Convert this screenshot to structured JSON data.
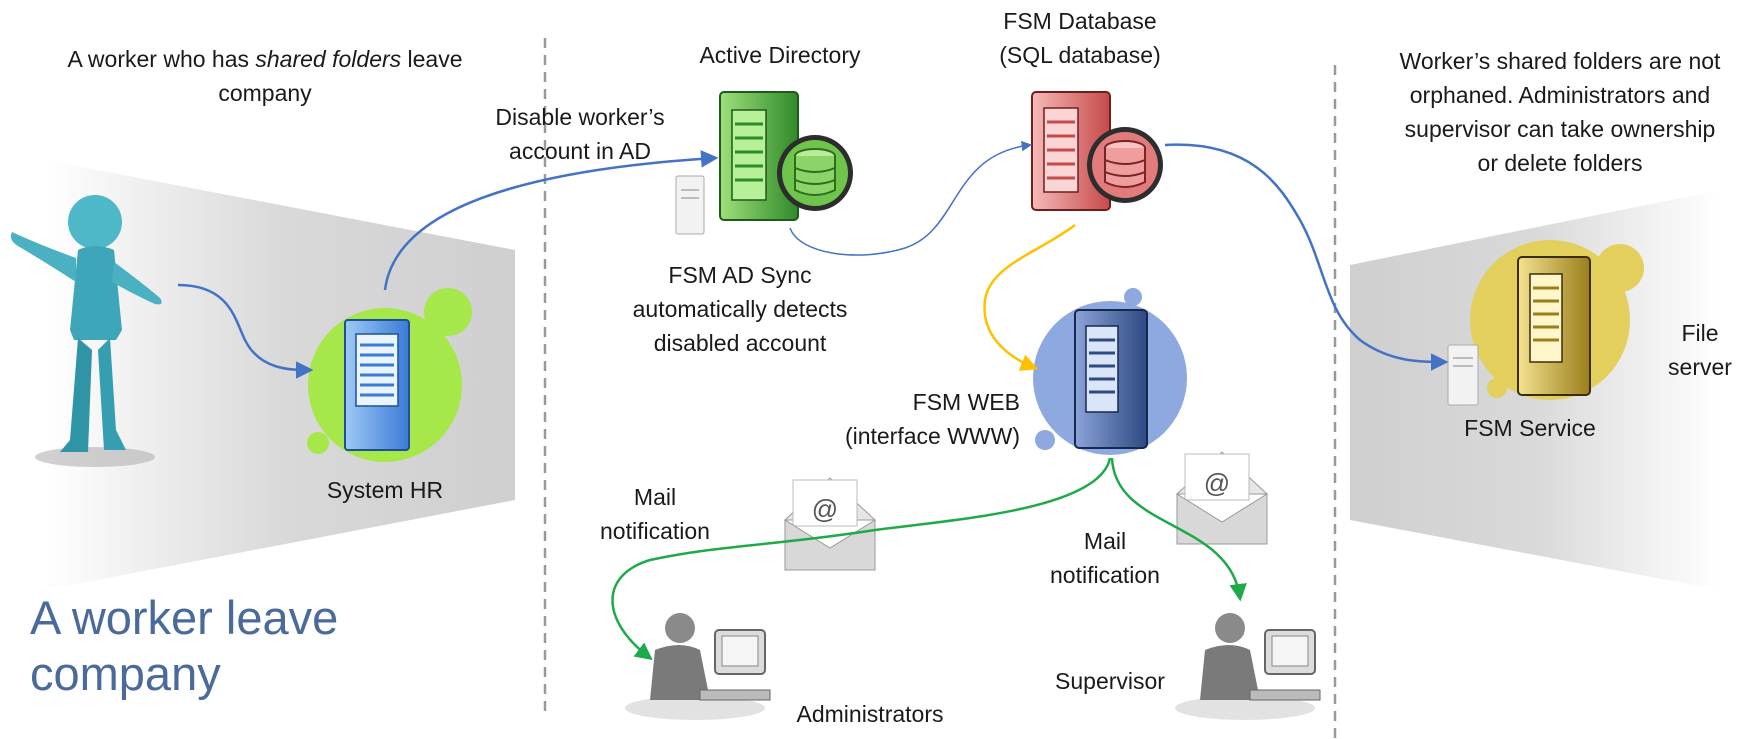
{
  "title": {
    "line1": "A worker leave",
    "line2": "company"
  },
  "intro": {
    "pre": "A worker who has ",
    "emph": "shared folders",
    "post": " leave",
    "line2": "company"
  },
  "nodes": {
    "system_hr": "System HR",
    "active_directory": "Active Directory",
    "fsm_database_line1": "FSM Database",
    "fsm_database_line2": "(SQL database)",
    "fsm_ad_sync_line1": "FSM AD Sync",
    "fsm_ad_sync_line2": "automatically detects",
    "fsm_ad_sync_line3": "disabled account",
    "fsm_web_line1": "FSM WEB",
    "fsm_web_line2": "(interface WWW)",
    "fsm_service": "FSM Service",
    "file_server_line1": "File",
    "file_server_line2": "server",
    "administrators": "Administrators",
    "supervisor": "Supervisor"
  },
  "edges": {
    "disable_line1": "Disable worker’s",
    "disable_line2": "account in AD",
    "mail_admin_line1": "Mail",
    "mail_admin_line2": "notification",
    "mail_super_line1": "Mail",
    "mail_super_line2": "notification"
  },
  "outcome": {
    "line1": "Worker’s shared folders are not",
    "line2": "orphaned. Administrators and",
    "line3": "supervisor can take ownership",
    "line4": "or delete folders"
  },
  "colors": {
    "blue_arrow": "#4472c4",
    "green_arrow": "#1faa4a",
    "yellow_arrow": "#ffc000",
    "title_text": "#4a6b9a",
    "hr_circle": "#a6e84a",
    "ad_server": "#5fb33e",
    "db_server": "#e47f7f",
    "web_circle": "#8ea8e0",
    "service_circle": "#e2cf5c"
  },
  "icons": [
    "person-figure-icon",
    "server-icon",
    "database-icon",
    "envelope-icon",
    "user-at-computer-icon"
  ]
}
